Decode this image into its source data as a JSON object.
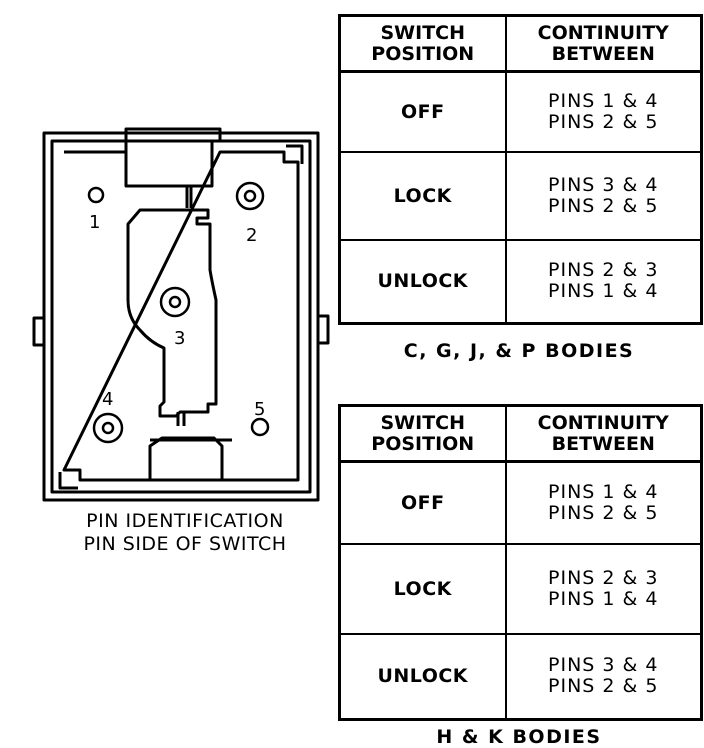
{
  "diagram": {
    "pin_labels": [
      "1",
      "2",
      "3",
      "4",
      "5"
    ],
    "caption": {
      "line1": "PIN IDENTIFICATION",
      "line2": "PIN SIDE OF SWITCH"
    }
  },
  "tables": [
    {
      "header": {
        "col1_line1": "SWITCH",
        "col1_line2": "POSITION",
        "col2_line1": "CONTINUITY",
        "col2_line2": "BETWEEN"
      },
      "rows": [
        {
          "position": "OFF",
          "pins1": "PINS 1 & 4",
          "pins2": "PINS 2 & 5"
        },
        {
          "position": "LOCK",
          "pins1": "PINS 3 & 4",
          "pins2": "PINS 2 & 5"
        },
        {
          "position": "UNLOCK",
          "pins1": "PINS 2 & 3",
          "pins2": "PINS 1 & 4"
        }
      ],
      "caption": "C, G, J, & P BODIES"
    },
    {
      "header": {
        "col1_line1": "SWITCH",
        "col1_line2": "POSITION",
        "col2_line1": "CONTINUITY",
        "col2_line2": "BETWEEN"
      },
      "rows": [
        {
          "position": "OFF",
          "pins1": "PINS 1 & 4",
          "pins2": "PINS 2 & 5"
        },
        {
          "position": "LOCK",
          "pins1": "PINS 2 & 3",
          "pins2": "PINS 1 & 4"
        },
        {
          "position": "UNLOCK",
          "pins1": "PINS 3 & 4",
          "pins2": "PINS 2 & 5"
        }
      ],
      "caption": "H & K BODIES"
    }
  ]
}
